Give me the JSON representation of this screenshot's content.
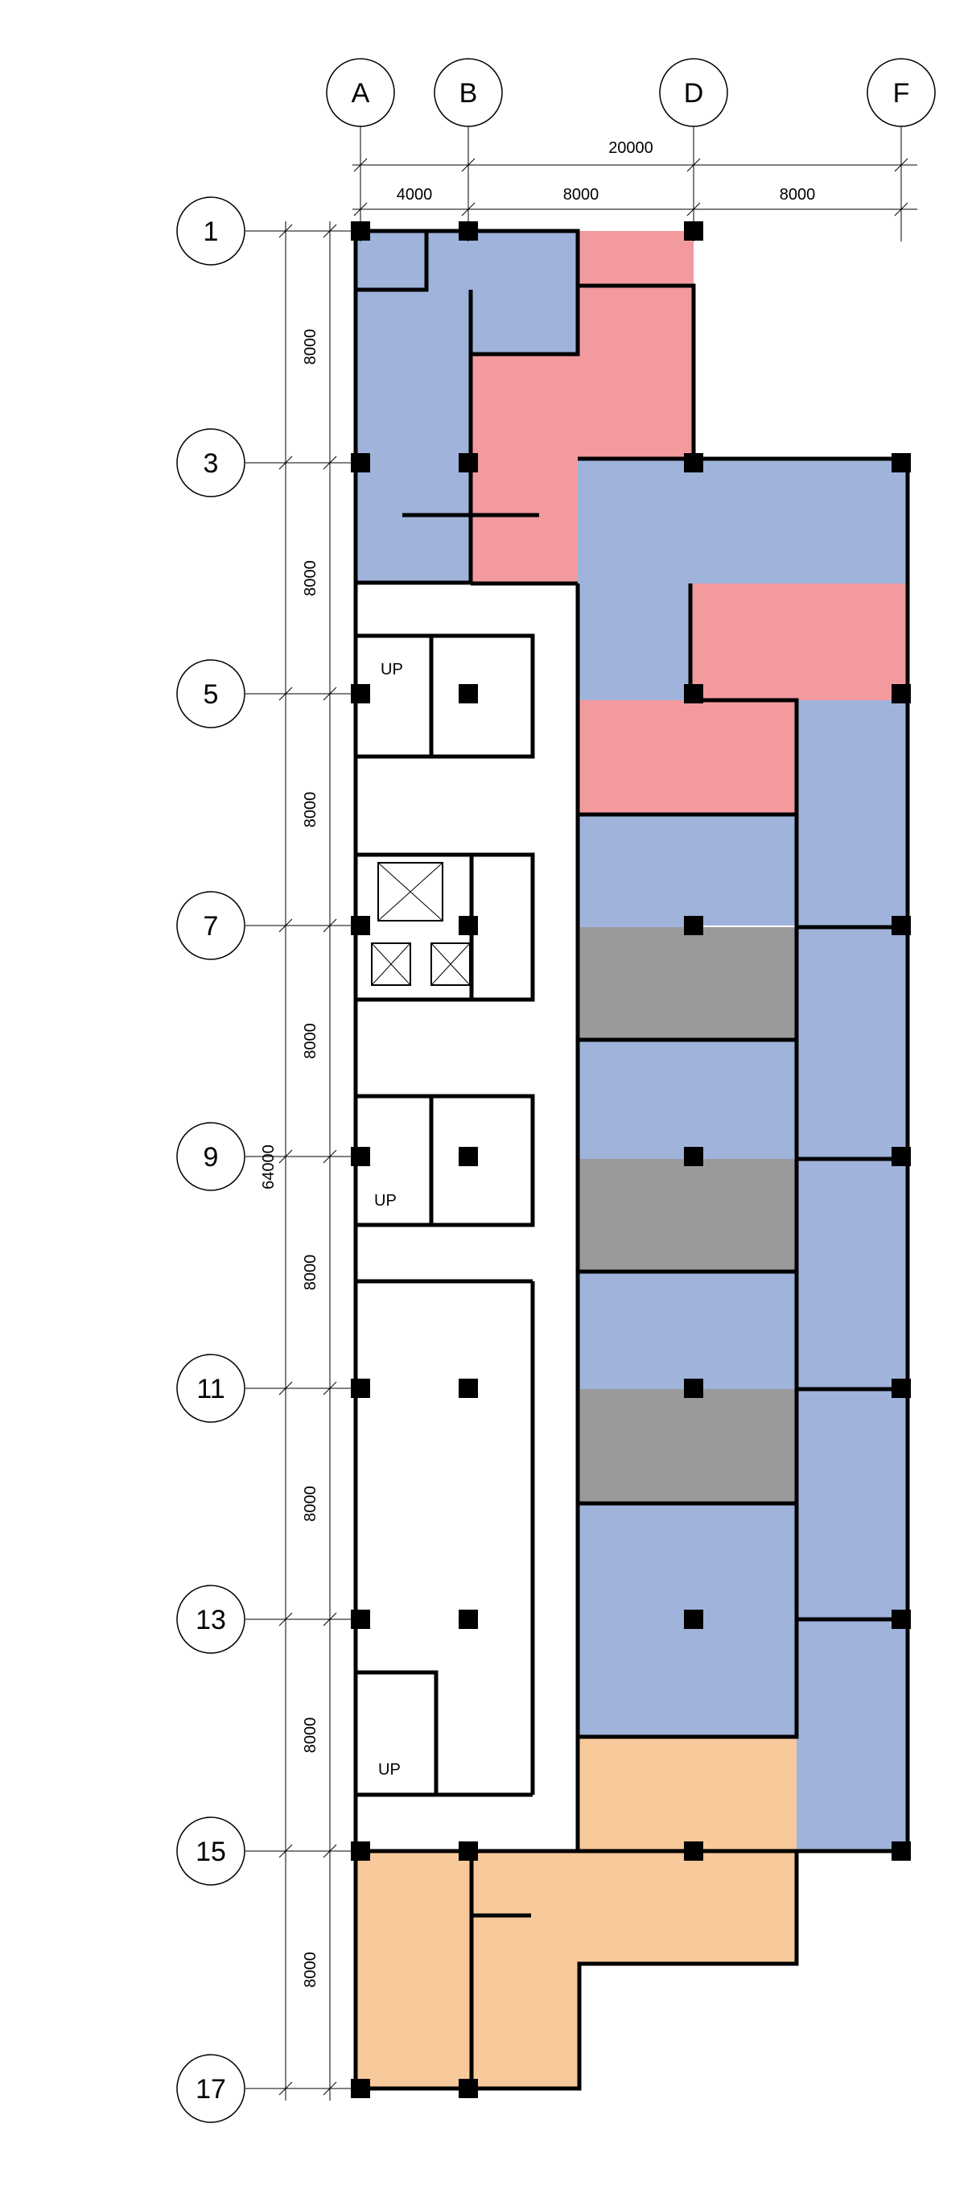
{
  "grid": {
    "columns": [
      "A",
      "B",
      "D",
      "F"
    ],
    "rows": [
      "1",
      "3",
      "5",
      "7",
      "9",
      "11",
      "13",
      "15",
      "17"
    ]
  },
  "dimensions": {
    "overall_width": "20000",
    "col_spacings": [
      "4000",
      "8000",
      "8000"
    ],
    "row_spacings": [
      "8000",
      "8000",
      "8000",
      "8000",
      "8000",
      "8000",
      "8000",
      "8000"
    ],
    "overall_height": "64000"
  },
  "stair_labels": [
    "UP",
    "UP",
    "UP"
  ],
  "colors": {
    "unit_blue": "#9fb3db",
    "unit_red": "#f39a9e",
    "unit_gray": "#9a9a9a",
    "unit_orange": "#f7c99b",
    "wall": "#000000"
  }
}
